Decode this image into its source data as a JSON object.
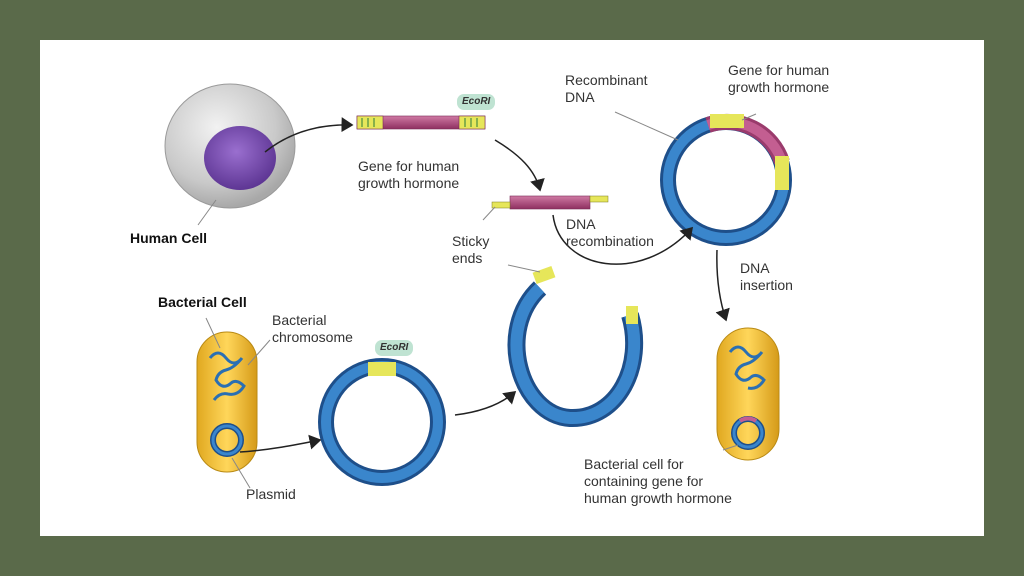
{
  "labels": {
    "human_cell": "Human Cell",
    "bacterial_cell": "Bacterial Cell",
    "bacterial_chromosome": "Bacterial\nchromosome",
    "plasmid": "Plasmid",
    "gene_human_growth": "Gene for human\ngrowth hormone",
    "sticky_ends": "Sticky\nends",
    "dna_recombination": "DNA\nrecombination",
    "recombinant_dna": "Recombinant\nDNA",
    "gene_human_growth_top": "Gene for human\ngrowth hormone",
    "dna_insertion": "DNA\ninsertion",
    "bacterial_cell_result": "Bacterial cell for\ncontaining gene for\nhuman growth hormone"
  },
  "enzyme": {
    "top": "EcoRI",
    "plasmid": "EcoRI"
  },
  "colors": {
    "frame": "#5a6a4a",
    "background": "#ffffff",
    "dna_ring": "#2f6fb3",
    "gene_segment": "#b0457a",
    "sticky_end": "#e6e65a",
    "bacterial_cell": "#f0c23a",
    "human_nucleus": "#7b4fb0"
  }
}
